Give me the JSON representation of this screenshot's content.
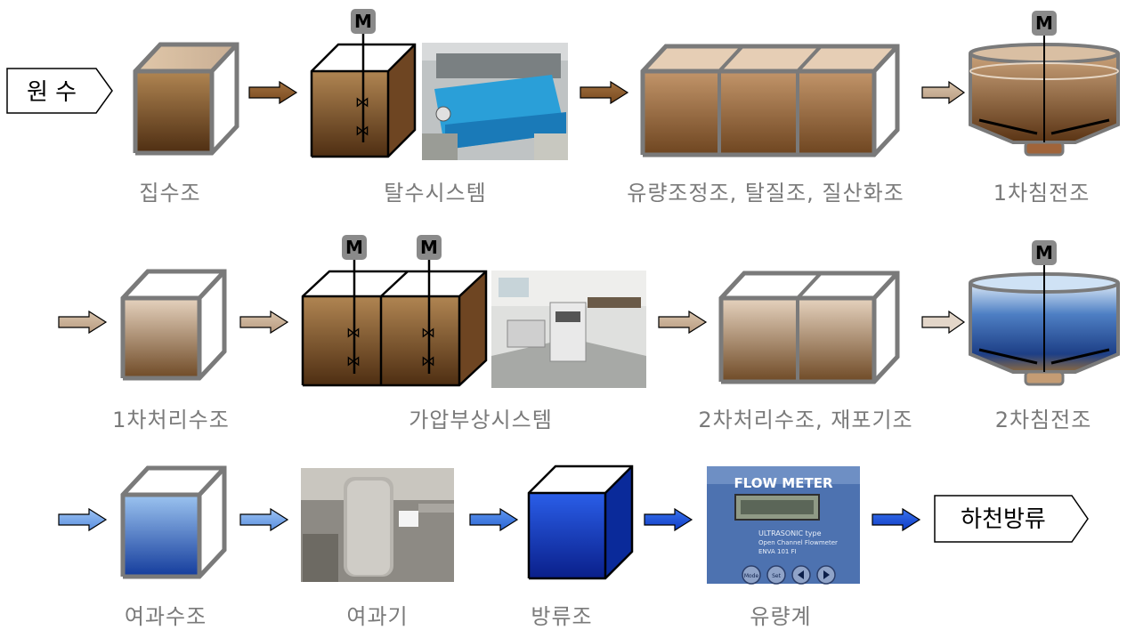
{
  "terminals": {
    "inlet": "원 수",
    "outlet": "하천방류"
  },
  "motor_label": "M",
  "photo_flowmeter_text": {
    "title": "FLOW METER",
    "line1": "ULTRASONIC  type",
    "line2": "Open  Channel  Flowmeter",
    "line3": "ENVA  101  FI",
    "btn1": "Mode",
    "btn2": "Set"
  },
  "stages": {
    "row1": [
      "집수조",
      "탈수시스템",
      "유량조정조, 탈질조, 질산화조",
      "1차침전조"
    ],
    "row2": [
      "1차처리수조",
      "가압부상시스템",
      "2차처리수조, 재포기조",
      "2차침전조"
    ],
    "row3": [
      "여과수조",
      "여과기",
      "방류조",
      "유량계"
    ]
  },
  "colors": {
    "brown_dark": "#5c3a1a",
    "brown_light": "#a87a4a",
    "tan": "#c4ab94",
    "blue_light": "#8ab4e8",
    "blue_mid": "#2c6ed8",
    "blue_dark": "#0a2ea8",
    "frame": "#7a7a7a"
  }
}
